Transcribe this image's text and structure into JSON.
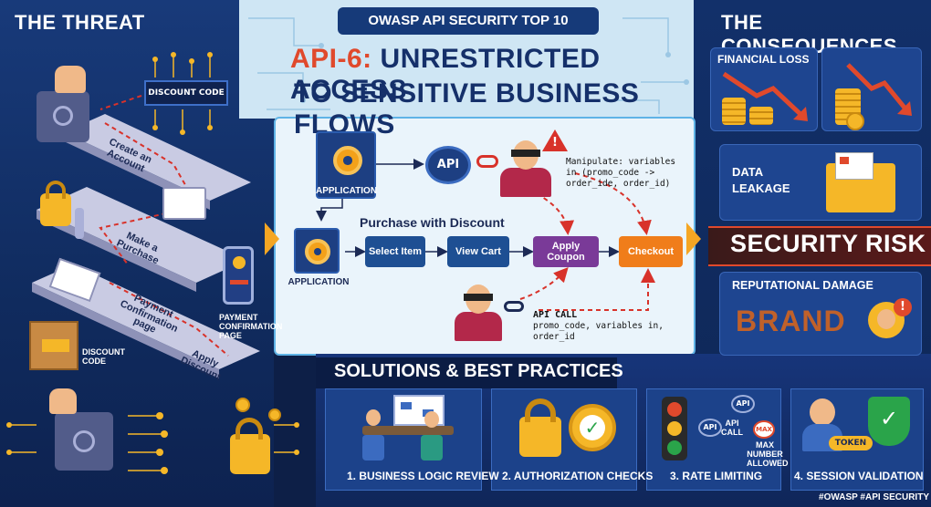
{
  "left": {
    "title": "THE THREAT",
    "discount_code_tag": "DISCOUNT CODE",
    "steps": [
      "Create an Account",
      "Make a Purchase",
      "Payment Confirmation page",
      "Apply Discount"
    ],
    "payment_confirmation_label": "PAYMENT CONFIRMATION PAGE",
    "discount_code_box_label": "DISCOUNT CODE"
  },
  "header": {
    "badge": "OWASP API SECURITY TOP 10",
    "title_prefix": "API-6:",
    "title_line1_rest": " UNRESTRICTED ACCESS",
    "title_line2": "TO SENSITIVE BUSINESS FLOWS"
  },
  "flow": {
    "application_top": "APPLICATION",
    "api_label": "API",
    "manipulate_text": "Manipulate: variables in (promo_code -> order_ide, order_id)",
    "purchase_heading": "Purchase with Discount",
    "application_left": "APPLICATION",
    "boxes": [
      "Select Item",
      "View Cart",
      "Apply Coupon",
      "Checkout"
    ],
    "api_call_title": "API CALL",
    "api_call_text": "promo_code, variables in, order_id",
    "warning_symbol": "!"
  },
  "right": {
    "title": "THE CONSEQUENCES",
    "financial_loss": "FINANCIAL LOSS",
    "data_leakage": "DATA LEAKAGE",
    "security_risk": "SECURITY RISK",
    "reputational_damage": "REPUTATIONAL DAMAGE",
    "brand": "BRAND"
  },
  "solutions": {
    "title": "SOLUTIONS & BEST PRACTICES",
    "items": [
      "1. BUSINESS LOGIC REVIEW",
      "2. AUTHORIZATION CHECKS",
      "3. RATE LIMITING",
      "4. SESSION VALIDATION"
    ],
    "rate": {
      "api_top": "API",
      "api_left": "API",
      "api_call": "API CALL",
      "max": "MAX",
      "max_number": "MAX NUMBER ALLOWED"
    },
    "token": "TOKEN"
  },
  "hashtags": "#OWASP  #API SECURITY",
  "colors": {
    "navy": "#0d1f47",
    "accent_red": "#e0492c",
    "orange": "#f07d1a",
    "purple": "#7a3a98",
    "blue_box": "#1e4f93",
    "gold": "#f5b728"
  }
}
